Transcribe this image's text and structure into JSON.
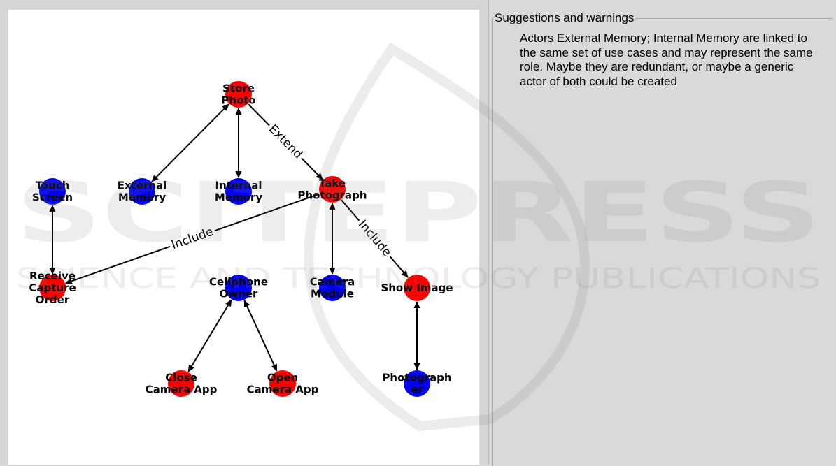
{
  "colors": {
    "use_case": "#ff0000",
    "actor": "#0000ff",
    "edge": "#000000",
    "canvas": "#ffffff",
    "panel": "#d9d9d9"
  },
  "graph": {
    "nodes": [
      {
        "id": "store_photo",
        "kind": "use_case",
        "lines": [
          "Store",
          "Photo"
        ]
      },
      {
        "id": "external_memory",
        "kind": "actor",
        "lines": [
          "External",
          "Memory"
        ]
      },
      {
        "id": "internal_memory",
        "kind": "actor",
        "lines": [
          "Internal",
          "Memory"
        ]
      },
      {
        "id": "take_photograph",
        "kind": "use_case",
        "lines": [
          "Take",
          "Photograph"
        ]
      },
      {
        "id": "touch_screen",
        "kind": "actor",
        "lines": [
          "Touch",
          "Screen"
        ]
      },
      {
        "id": "receive_capture_order",
        "kind": "use_case",
        "lines": [
          "Receive",
          "Capture",
          "Order"
        ]
      },
      {
        "id": "cellphone_owner",
        "kind": "actor",
        "lines": [
          "Cellphone",
          "Owner"
        ]
      },
      {
        "id": "camera_module",
        "kind": "actor",
        "lines": [
          "Camera",
          "Module"
        ]
      },
      {
        "id": "show_image",
        "kind": "use_case",
        "lines": [
          "Show Image"
        ]
      },
      {
        "id": "close_camera_app",
        "kind": "use_case",
        "lines": [
          "Close",
          "Camera App"
        ]
      },
      {
        "id": "open_camera_app",
        "kind": "use_case",
        "lines": [
          "Open",
          "Camera App"
        ]
      },
      {
        "id": "photographer",
        "kind": "actor",
        "lines": [
          "Photograph",
          "er"
        ]
      }
    ],
    "edges": [
      {
        "from": "store_photo",
        "to": "external_memory",
        "kind": "association",
        "label": ""
      },
      {
        "from": "store_photo",
        "to": "internal_memory",
        "kind": "association",
        "label": ""
      },
      {
        "from": "store_photo",
        "to": "take_photograph",
        "kind": "directed",
        "label": "Extend"
      },
      {
        "from": "touch_screen",
        "to": "receive_capture_order",
        "kind": "association",
        "label": ""
      },
      {
        "from": "take_photograph",
        "to": "receive_capture_order",
        "kind": "directed",
        "label": "Include"
      },
      {
        "from": "take_photograph",
        "to": "camera_module",
        "kind": "association",
        "label": ""
      },
      {
        "from": "take_photograph",
        "to": "show_image",
        "kind": "directed",
        "label": "Include"
      },
      {
        "from": "cellphone_owner",
        "to": "close_camera_app",
        "kind": "association",
        "label": ""
      },
      {
        "from": "cellphone_owner",
        "to": "open_camera_app",
        "kind": "association",
        "label": ""
      },
      {
        "from": "show_image",
        "to": "photographer",
        "kind": "association",
        "label": ""
      }
    ]
  },
  "suggestions": {
    "title": "Suggestions and warnings",
    "message": "Actors External Memory; Internal Memory are linked to the same set of use cases and may represent the same role. Maybe they are redundant, or maybe a generic actor of both could be created"
  },
  "watermark": {
    "main_text": "SCITEPRESS",
    "sub_text": "SCIENCE AND TECHNOLOGY PUBLICATIONS"
  }
}
